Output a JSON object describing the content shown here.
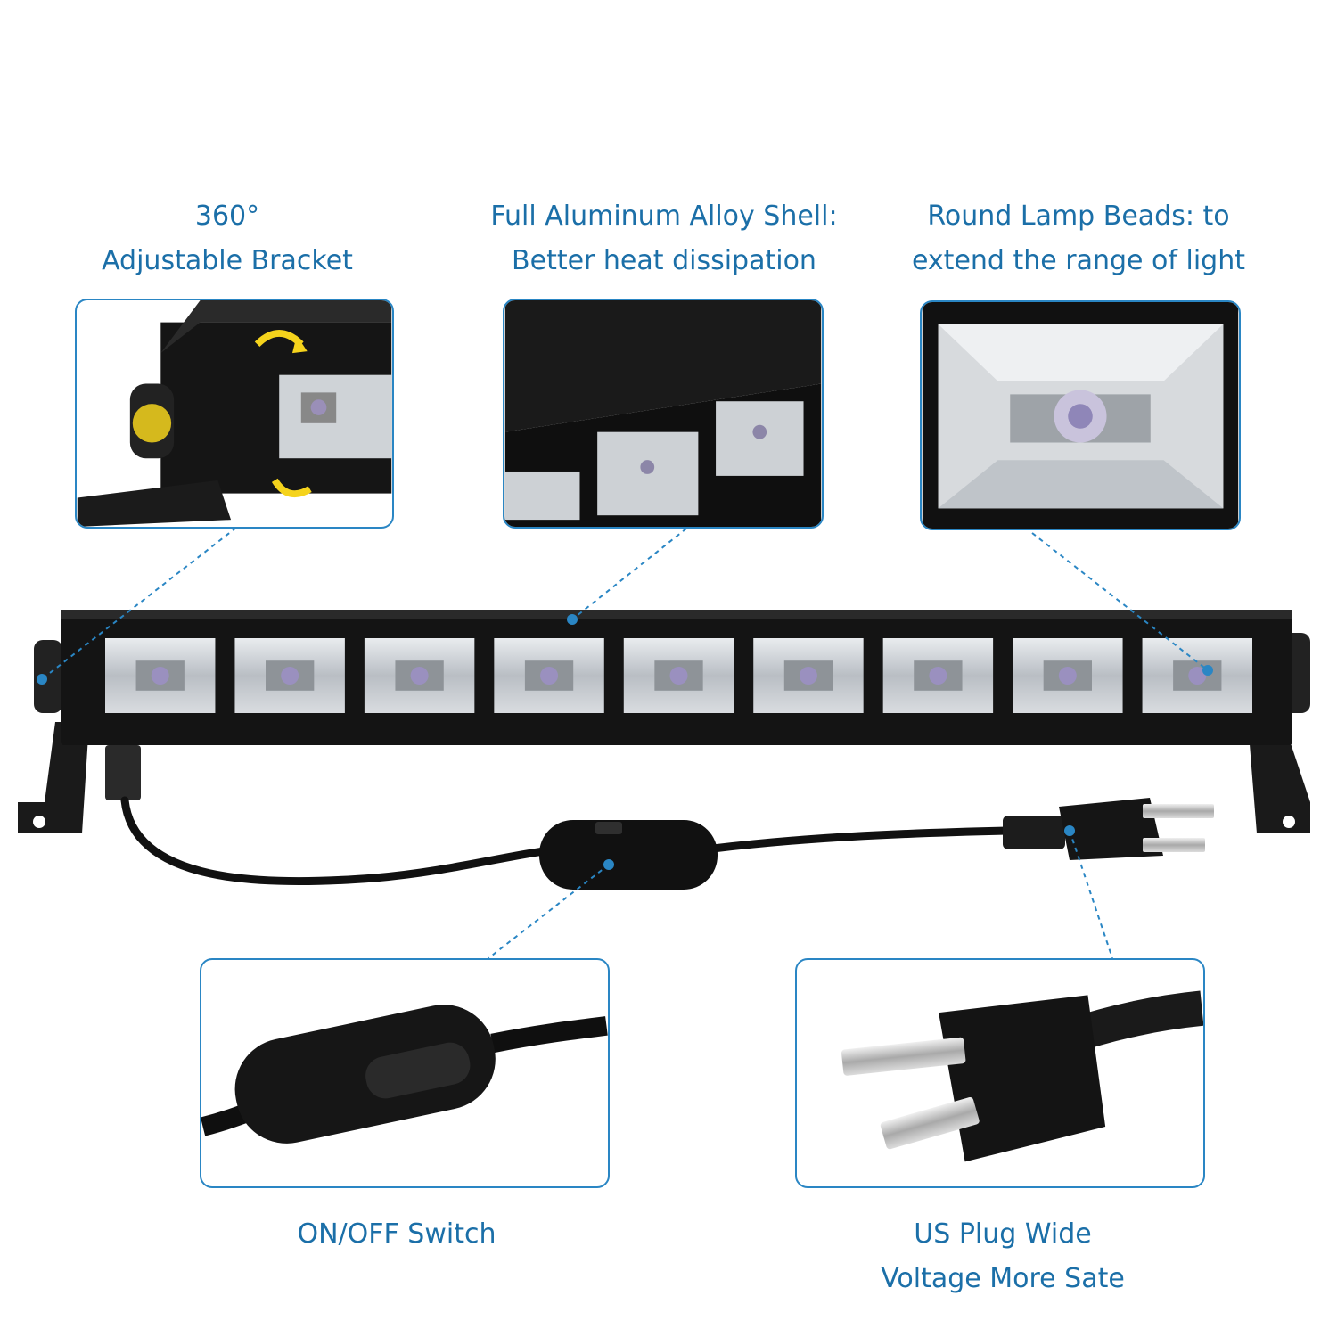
{
  "callouts": {
    "bracket": {
      "line1": "360°",
      "line2": "Adjustable Bracket"
    },
    "shell": {
      "line1": "Full Aluminum Alloy Shell:",
      "line2": "Better heat dissipation"
    },
    "beads": {
      "line1": "Round Lamp Beads: to",
      "line2": "extend the range of light"
    },
    "switch": {
      "line1": "ON/OFF Switch"
    },
    "plug": {
      "line1": "US Plug Wide",
      "line2": "Voltage More Sate"
    }
  },
  "colors": {
    "caption": "#1b6fa8",
    "panel_border": "#2a86c4",
    "leader": "#2a86c4",
    "product_body": "#141414",
    "bracket_arrow": "#f5d31c"
  },
  "product": {
    "lamp_bead_count": 9
  }
}
